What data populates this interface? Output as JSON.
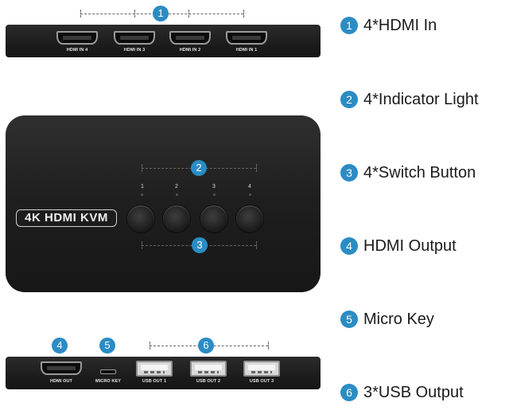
{
  "colors": {
    "badge": "#2b8cc4",
    "device": "#1e1e1e"
  },
  "top_device": {
    "ports": [
      {
        "label": "HDMI IN 4",
        "icon": "hdmi-port-icon"
      },
      {
        "label": "HDMI IN 3",
        "icon": "hdmi-port-icon"
      },
      {
        "label": "HDMI IN 2",
        "icon": "hdmi-port-icon"
      },
      {
        "label": "HDMI IN 1",
        "icon": "hdmi-port-icon"
      }
    ],
    "callout": "1"
  },
  "main_device": {
    "brand": "4K HDMI KVM",
    "leds": [
      "1",
      "2",
      "3",
      "4"
    ],
    "callout_leds": "2",
    "callout_buttons": "3"
  },
  "bottom_device": {
    "ports": [
      {
        "label": "HDMI OUT",
        "icon": "hdmi-port-icon"
      },
      {
        "label": "MICRO KEY",
        "icon": "micro-usb-port-icon"
      },
      {
        "label": "USB OUT 1",
        "icon": "usb-port-icon"
      },
      {
        "label": "USB OUT 2",
        "icon": "usb-port-icon"
      },
      {
        "label": "USB OUT 3",
        "icon": "usb-port-icon"
      }
    ],
    "callout_hdmi": "4",
    "callout_micro": "5",
    "callout_usb": "6"
  },
  "legend": [
    {
      "num": "1",
      "text": "4*HDMI In"
    },
    {
      "num": "2",
      "text": "4*Indicator Light"
    },
    {
      "num": "3",
      "text": "4*Switch Button"
    },
    {
      "num": "4",
      "text": "HDMI Output"
    },
    {
      "num": "5",
      "text": "Micro Key"
    },
    {
      "num": "6",
      "text": "3*USB Output"
    }
  ]
}
